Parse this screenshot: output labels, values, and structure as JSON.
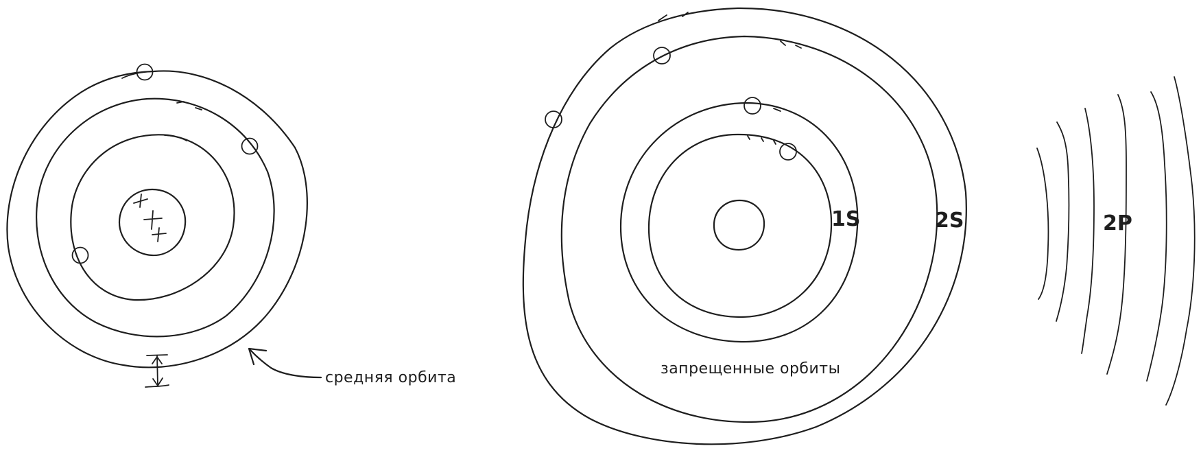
{
  "diagram": {
    "left_atom": {
      "nucleus_charges": [
        "+",
        "+",
        "+"
      ],
      "callout_label": "средняя орбита"
    },
    "right_atom": {
      "orbit_labels": [
        "1S",
        "2S"
      ],
      "forbidden_label": "запрещенные орбиты"
    },
    "wave_label": "2P"
  }
}
